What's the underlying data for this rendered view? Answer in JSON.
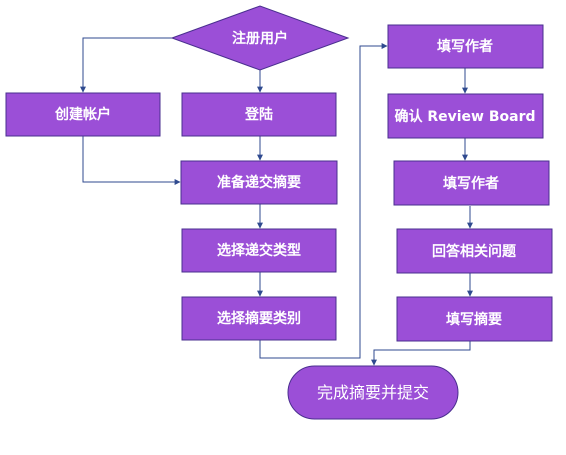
{
  "colors": {
    "node_fill": "#9b4fd7",
    "node_stroke": "#4a2f8f",
    "edge": "#2f4a8f",
    "text": "#ffffff"
  },
  "nodes": {
    "register": "注册用户",
    "create_account": "创建帐户",
    "login": "登陆",
    "prepare_summary": "准备递交摘要",
    "select_type": "选择递交类型",
    "select_category": "选择摘要类别",
    "fill_author_1": "填写作者",
    "confirm_review_board": "确认 Review Board",
    "fill_author_2": "填写作者",
    "answer_questions": "回答相关问题",
    "fill_summary": "填写摘要",
    "complete_submit": "完成摘要并提交"
  }
}
